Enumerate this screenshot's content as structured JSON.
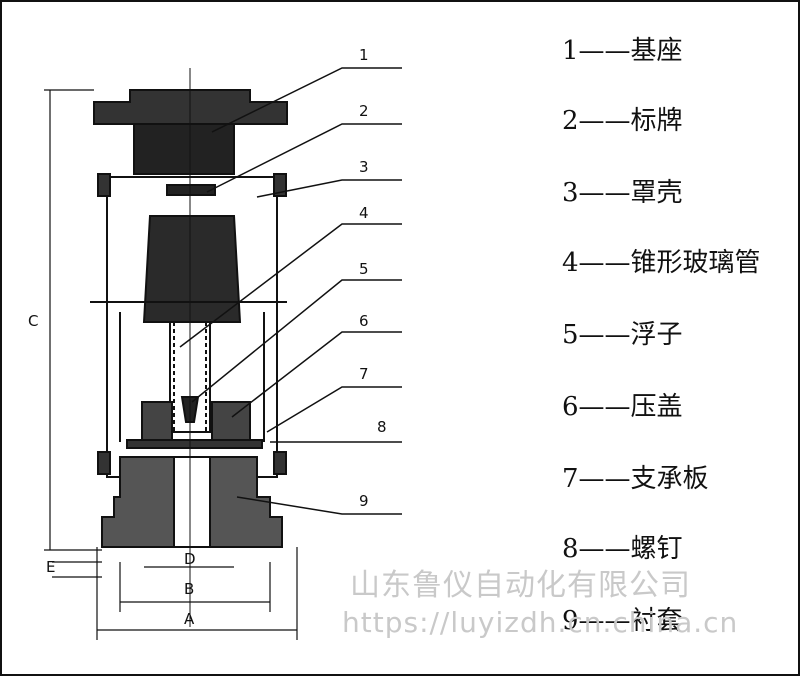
{
  "legend": [
    "1——基座",
    "2——标牌",
    "3——罩壳",
    "4——锥形玻璃管",
    "5——浮子",
    "6——压盖",
    "7——支承板",
    "8——螺钉",
    "9——衬套"
  ],
  "leader_numbers": [
    "1",
    "2",
    "3",
    "4",
    "5",
    "6",
    "7",
    "8",
    "9"
  ],
  "dimensions": {
    "c": "C",
    "e": "E",
    "d": "D",
    "b": "B",
    "a": "A"
  },
  "watermark": {
    "company": "山东鲁仪自动化有限公司",
    "url": "https://luyizdh.cn.china.cn"
  },
  "colors": {
    "ink": "#111111",
    "watermark": "#c9c9c9"
  }
}
